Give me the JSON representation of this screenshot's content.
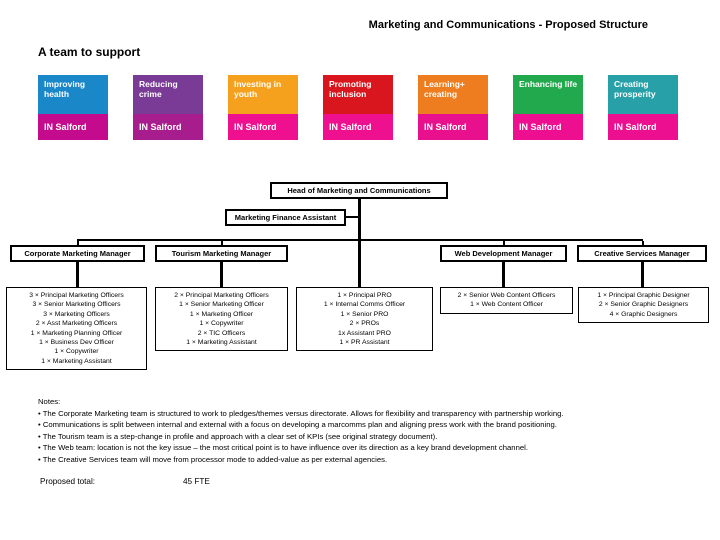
{
  "header": {
    "title": "Marketing and Communications - Proposed Structure"
  },
  "intro": {
    "heading": "A team to support"
  },
  "tiles": [
    {
      "label": "Improving health",
      "brand": "IN Salford",
      "top_color": "#1a87c8",
      "bottom_color": "#c40b8d"
    },
    {
      "label": "Reducing crime",
      "brand": "IN Salford",
      "top_color": "#7a3b96",
      "bottom_color": "#a81d8d"
    },
    {
      "label": "Investing in youth",
      "brand": "IN Salford",
      "top_color": "#f5a11e",
      "bottom_color": "#ee108f"
    },
    {
      "label": "Promoting inclusion",
      "brand": "IN Salford",
      "top_color": "#d9161d",
      "bottom_color": "#ee108f"
    },
    {
      "label": "Learning+ creating",
      "brand": "IN Salford",
      "top_color": "#ee7d1f",
      "bottom_color": "#e9108e"
    },
    {
      "label": "Enhancing life",
      "brand": "IN Salford",
      "top_color": "#22a94e",
      "bottom_color": "#ed0f8f"
    },
    {
      "label": "Creating prosperity",
      "brand": "IN Salford",
      "top_color": "#28a0a8",
      "bottom_color": "#ec0f8f"
    }
  ],
  "org": {
    "head": "Head of Marketing and Communications",
    "finance_assistant": "Marketing Finance Assistant",
    "columns": [
      {
        "manager": "Corporate Marketing Manager",
        "staff": [
          "3 × Principal Marketing Officers",
          "3 × Senior Marketing Officers",
          "3 × Marketing Officers",
          "2 × Asst Marketing Officers",
          "1 × Marketing Planning Officer",
          "1 × Business Dev Officer",
          "1 × Copywriter",
          "1 × Marketing Assistant"
        ]
      },
      {
        "manager": "Tourism Marketing Manager",
        "staff": [
          "2 × Principal Marketing Officers",
          "1 × Senior Marketing Officer",
          "1 × Marketing Officer",
          "1 × Copywriter",
          "2 × TIC Officers",
          "1 × Marketing Assistant"
        ]
      },
      {
        "manager": "",
        "staff": [
          "1 × Principal PRO",
          "1 ×  Internal Comms Officer",
          "1 × Senior PRO",
          "2 × PROs",
          "1x Assistant PRO",
          "1 × PR Assistant"
        ]
      },
      {
        "manager": "Web Development Manager",
        "staff": [
          "2 × Senior Web Content Officers",
          "1 × Web Content Officer"
        ]
      },
      {
        "manager": "Creative Services Manager",
        "staff": [
          "1 × Principal Graphic Designer",
          "2 × Senior Graphic Designers",
          "4 × Graphic Designers"
        ]
      }
    ]
  },
  "notes": {
    "heading": "Notes:",
    "items": [
      "• The Corporate Marketing team is structured to work to pledges/themes versus directorate. Allows for flexibility and transparency with partnership working.",
      "• Communications is split between internal and external with a focus on developing a marcomms plan and aligning press work with the brand positioning.",
      "• The Tourism team is a step-change in profile and approach with a clear set of KPIs (see original strategy document).",
      "• The Web team: location is not the key issue – the most critical point is to have influence over its direction as a key brand development channel.",
      "• The Creative Services team will move from processor mode to added-value as per external agencies."
    ]
  },
  "summary": {
    "label": "Proposed total:",
    "value": "45 FTE"
  }
}
